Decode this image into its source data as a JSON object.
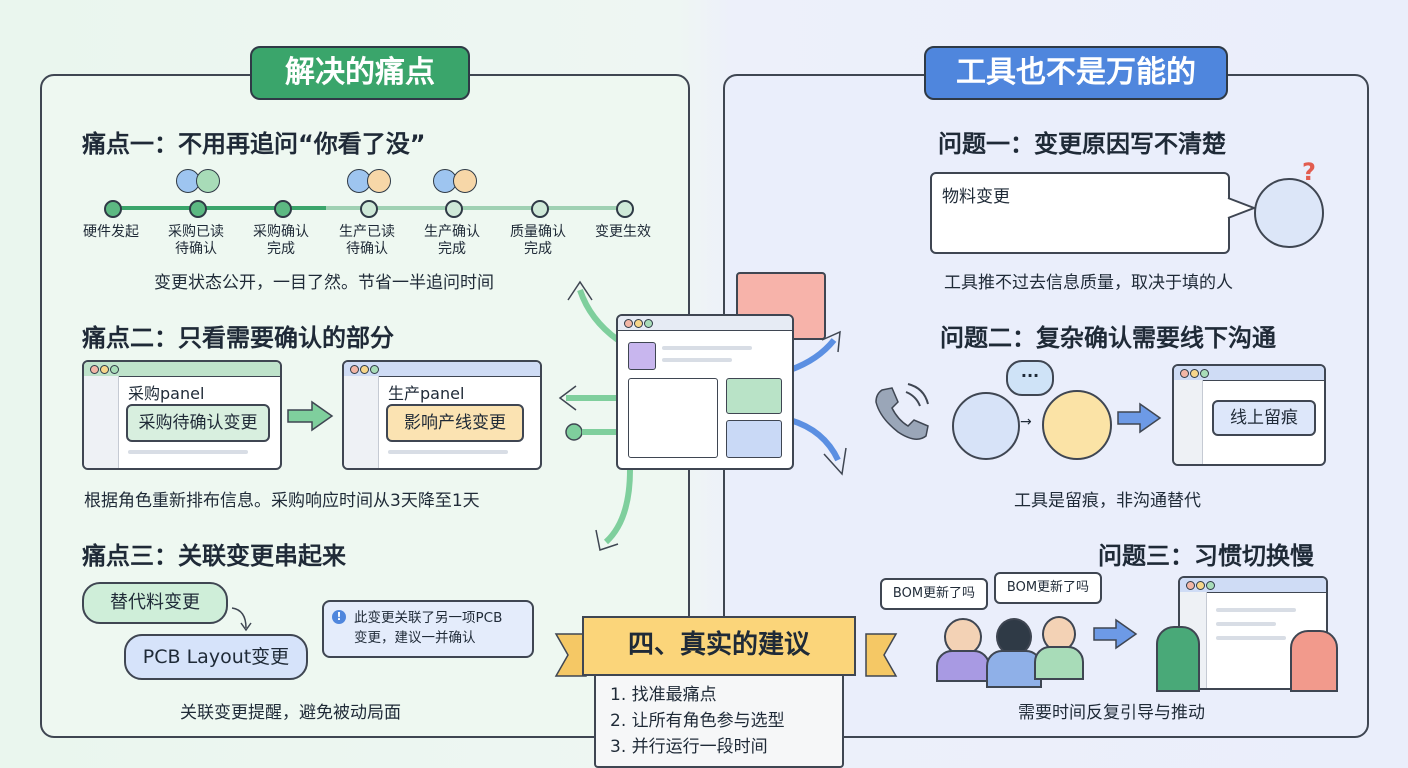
{
  "left": {
    "title": "解决的痛点",
    "p1": {
      "heading": "痛点一：不用再追问“你看了没”",
      "stages": [
        "硬件发起",
        "采购已读\n待确认",
        "采购确认\n完成",
        "生产已读\n待确认",
        "生产确认\n完成",
        "质量确认\n完成",
        "变更生效"
      ],
      "caption": "变更状态公开，一目了然。节省一半追问时间"
    },
    "p2": {
      "heading": "痛点二：只看需要确认的部分",
      "win1_label": "采购panel",
      "win1_tag": "采购待确认变更",
      "win2_label": "生产panel",
      "win2_tag": "影响产线变更",
      "caption": "根据角色重新排布信息。采购响应时间从3天降至1天"
    },
    "p3": {
      "heading": "痛点三：关联变更串起来",
      "bubble1": "替代料变更",
      "bubble2": "PCB Layout变更",
      "note": "此变更关联了另一项PCB\n变更，建议一并确认",
      "note_icon": "!",
      "caption": "关联变更提醒，避免被动局面"
    }
  },
  "right": {
    "title": "工具也不是万能的",
    "q1": {
      "heading": "问题一：变更原因写不清楚",
      "box_text": "物料变更",
      "caption": "工具推不过去信息质量，取决于填的人"
    },
    "q2": {
      "heading": "问题二：复杂确认需要线下沟通",
      "bubble": "···",
      "tag": "线上留痕",
      "caption": "工具是留痕，非沟通替代"
    },
    "q3": {
      "heading": "问题三：习惯切换慢",
      "bubble1": "BOM更新了吗",
      "bubble2": "BOM更新了吗",
      "caption": "需要时间反复引导与推动"
    }
  },
  "advice": {
    "title": "四、真实的建议",
    "items": [
      "1. 找准最痛点",
      "2. 让所有角色参与选型",
      "3. 并行运行一段时间"
    ]
  },
  "colors": {
    "green": "#3aa56b",
    "blue": "#4f86dd",
    "ribbon": "#fbd57a"
  }
}
